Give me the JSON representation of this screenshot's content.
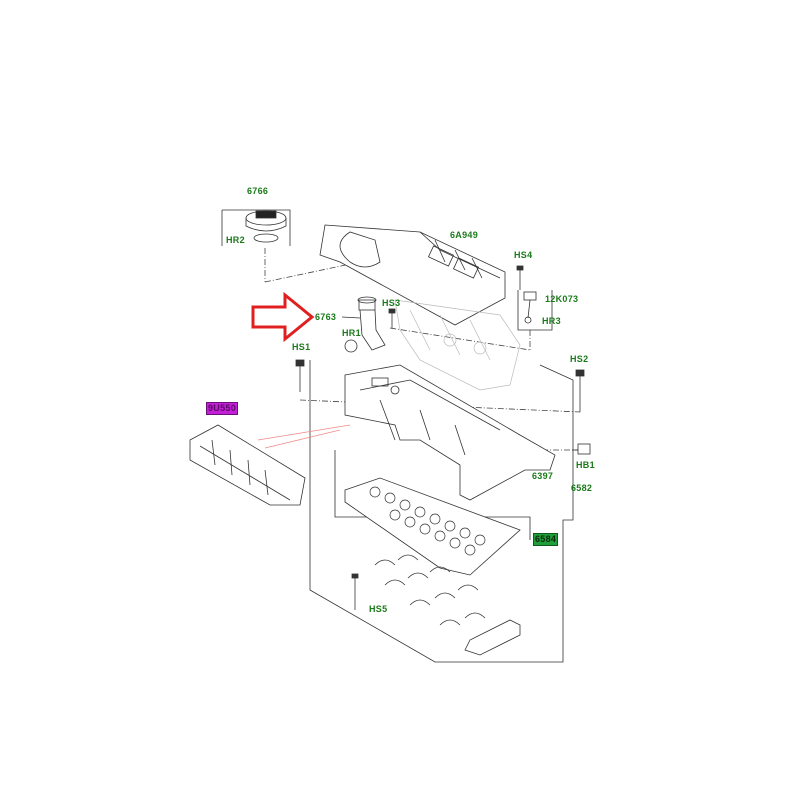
{
  "labels": {
    "p6766": "6766",
    "hr2": "HR2",
    "p6a949": "6A949",
    "hs4": "HS4",
    "p12k073": "12K073",
    "hr3": "HR3",
    "p6763": "6763",
    "hs3": "HS3",
    "hr1": "HR1",
    "hs1": "HS1",
    "hs2": "HS2",
    "p9u550": "9U550",
    "hb1": "HB1",
    "p6397": "6397",
    "p6582": "6582",
    "p6584": "6584",
    "hs5": "HS5"
  },
  "colors": {
    "label_green": "#1a7a1a",
    "callout_red": "#e02020",
    "highlight_green": "#1f9e3a",
    "highlight_magenta": "#c21fd6",
    "line_art": "#222222"
  },
  "annotation": {
    "arrow_icon": "right-pointing-hollow-arrow",
    "points_to": "6763"
  }
}
